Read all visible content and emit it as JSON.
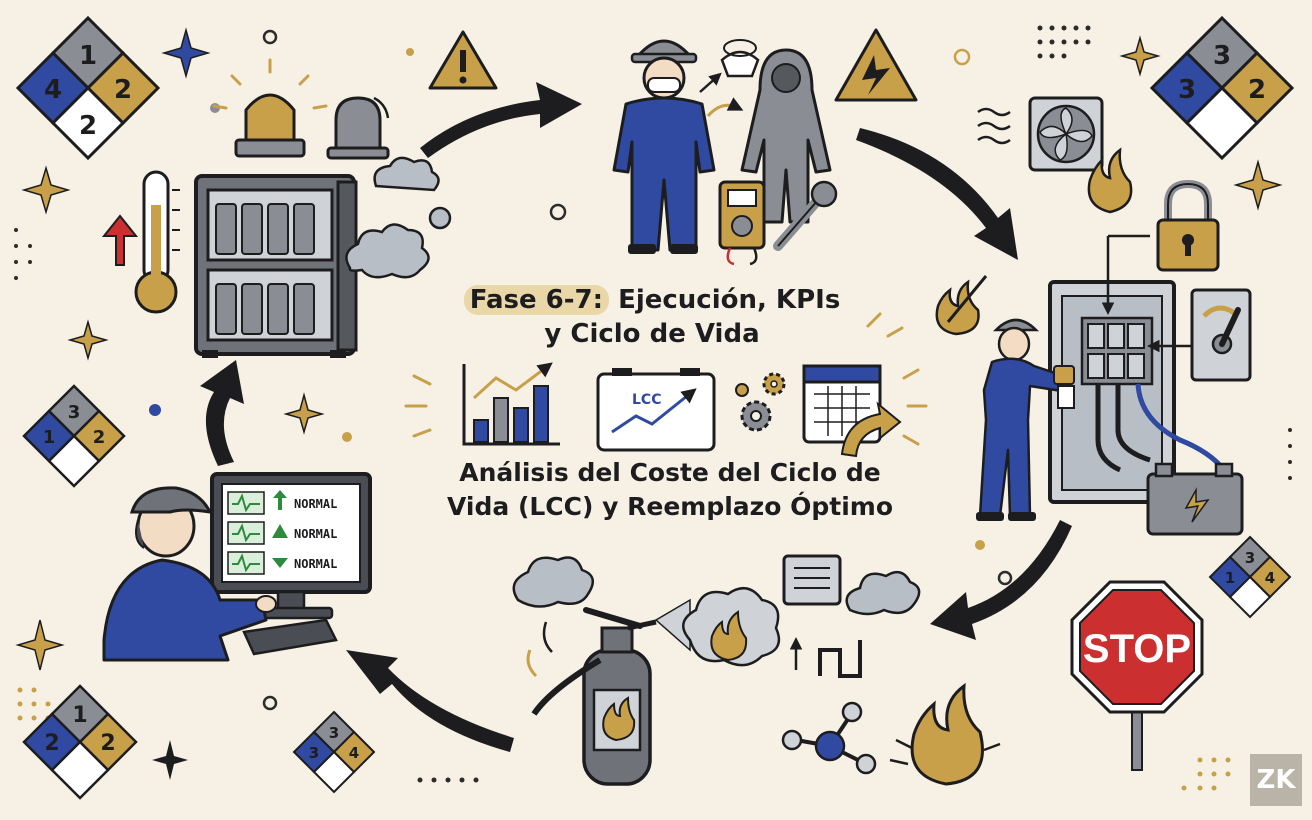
{
  "title": {
    "highlight": "Fase 6-7:",
    "rest1": " Ejecución, KPIs",
    "line2": "y Ciclo de Vida"
  },
  "subtitle": {
    "line1": "Análisis del Coste del Ciclo de",
    "line2": "Vida (LCC) y Reemplazo Óptimo"
  },
  "lcc_label": "LCC",
  "monitor": {
    "rows": [
      "NORMAL",
      "NORMAL",
      "NORMAL"
    ]
  },
  "stop_sign": "STOP",
  "logo": "ZK",
  "nfpa_diamonds": [
    {
      "top": "1",
      "left": "4",
      "right": "2",
      "bottom": "2"
    },
    {
      "top": "3",
      "left": "3",
      "right": "2",
      "bottom": ""
    },
    {
      "top": "3",
      "left": "1",
      "right": "2",
      "bottom": ""
    },
    {
      "top": "3",
      "left": "1",
      "right": "4",
      "bottom": ""
    },
    {
      "top": "1",
      "left": "2",
      "right": "2",
      "bottom": ""
    },
    {
      "top": "3",
      "left": "3",
      "right": "4",
      "bottom": ""
    }
  ],
  "colors": {
    "background": "#f6f1e4",
    "blue": "#2f4aa0",
    "gold": "#c9a04a",
    "red": "#cc2f2f",
    "dark": "#2b2b2b",
    "grey": "#8a8e94"
  }
}
